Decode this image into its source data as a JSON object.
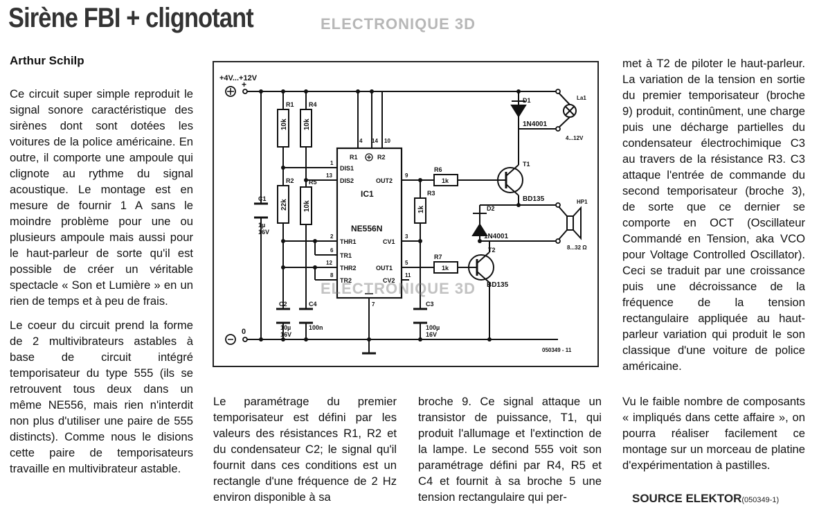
{
  "header": {
    "title": "Sirène FBI + clignotant",
    "brand": "ELECTRONIQUE 3D",
    "author": "Arthur Schilp"
  },
  "article": {
    "col1_p1": "Ce circuit super simple reproduit le signal sonore caractéristique des sirènes dont sont dotées les voitures de la police américaine. En outre, il comporte une ampoule qui clignote au rythme du signal acoustique. Le montage est en mesure de fournir 1 A sans le moindre problème pour une ou plusieurs ampoule mais aussi pour le haut-parleur de sorte qu'il est possible de créer un véritable spectacle « Son et Lumière » en un rien de temps et à peu de frais.",
    "col1_p2": "Le coeur du circuit prend la forme de 2 multivibrateurs astables à base de circuit intégré temporisateur du type 555 (ils se retrouvent tous deux dans un même NE556, mais rien n'interdit non plus d'utiliser une paire de 555 distincts). Comme nous le disions cette paire de temporisateurs travaille en multivibrateur astable.",
    "col2": "Le paramétrage du premier temporisateur est défini par les valeurs des résistances R1, R2 et du condensateur C2; le signal qu'il fournit dans ces conditions est un rectangle d'une fréquence de 2 Hz environ disponible à sa",
    "col3": "broche 9. Ce signal attaque un transistor de puissance, T1, qui produit l'allumage et l'extinction de la lampe. Le second 555 voit son paramétrage défini par R4, R5 et C4 et fournit à sa broche 5 une tension rectangulaire qui per-",
    "col4_top": "met à T2 de piloter le haut-parleur. La variation de la tension en sortie du premier temporisateur (broche 9) produit, continûment, une charge puis une décharge partielles du condensateur électrochimique C3 au travers de la résistance R3. C3 attaque l'entrée de commande du second temporisateur (broche 3), de sorte que ce dernier se comporte en OCT (Oscillateur Commandé en Tension, aka VCO pour Voltage Controlled Oscillator). Ceci se traduit par une croissance puis une décroissance de la fréquence de la tension rectangulaire appliquée au haut-parleur variation qui produit le son classique d'une voiture de police américaine.",
    "col4_bottom": "Vu le faible nombre de composants « impliqués dans cette affaire », on pourra réaliser facilement ce montage sur un morceau de platine d'expérimentation à pastilles.",
    "source": "SOURCE ELEKTOR",
    "source_ref": "(050349-1)"
  },
  "schematic": {
    "supply": "+4V...+12V",
    "plus": "+",
    "ground": "0",
    "r1": "R1",
    "r1v": "10k",
    "r2": "R2",
    "r2v": "22k",
    "r3": "R3",
    "r3v": "1k",
    "r4": "R4",
    "r4v": "10k",
    "r5": "R5",
    "r5v": "10k",
    "r6": "R6",
    "r6v": "1k",
    "r7": "R7",
    "r7v": "1k",
    "c1": "C1",
    "c1v1": "1µ",
    "c1v2": "16V",
    "c2": "C2",
    "c2v1": "10µ",
    "c2v2": "16V",
    "c3": "C3",
    "c3v1": "100µ",
    "c3v2": "16V",
    "c4": "C4",
    "c4v": "100n",
    "d1": "D1",
    "d1v": "1N4001",
    "d2": "D2",
    "d2v": "1N4001",
    "t1": "T1",
    "t1v": "BD135",
    "t2": "T2",
    "t2v": "BD135",
    "la": "La1",
    "la_v": "4...12V",
    "hp": "HP1",
    "hp_v": "8...32 Ω",
    "ic": "IC1",
    "ic_type": "NE556N",
    "pin_r1": "R1",
    "pin_r2": "R2",
    "pin_dis1": "DIS1",
    "pin_dis2": "DIS2",
    "pin_out2": "OUT2",
    "pin_out1": "OUT1",
    "pin_thr1": "THR1",
    "pin_tr1": "TR1",
    "pin_thr2": "THR2",
    "pin_tr2": "TR2",
    "pin_cv1": "CV1",
    "pin_cv2": "CV2",
    "n4": "4",
    "n14": "14",
    "n10": "10",
    "n1": "1",
    "n13": "13",
    "n9": "9",
    "n2": "2",
    "n6": "6",
    "n12": "12",
    "n8": "8",
    "n3": "3",
    "n5": "5",
    "n11": "11",
    "n7": "7",
    "code": "050349 - 11",
    "watermark": "ELECTRONIQUE 3D"
  }
}
